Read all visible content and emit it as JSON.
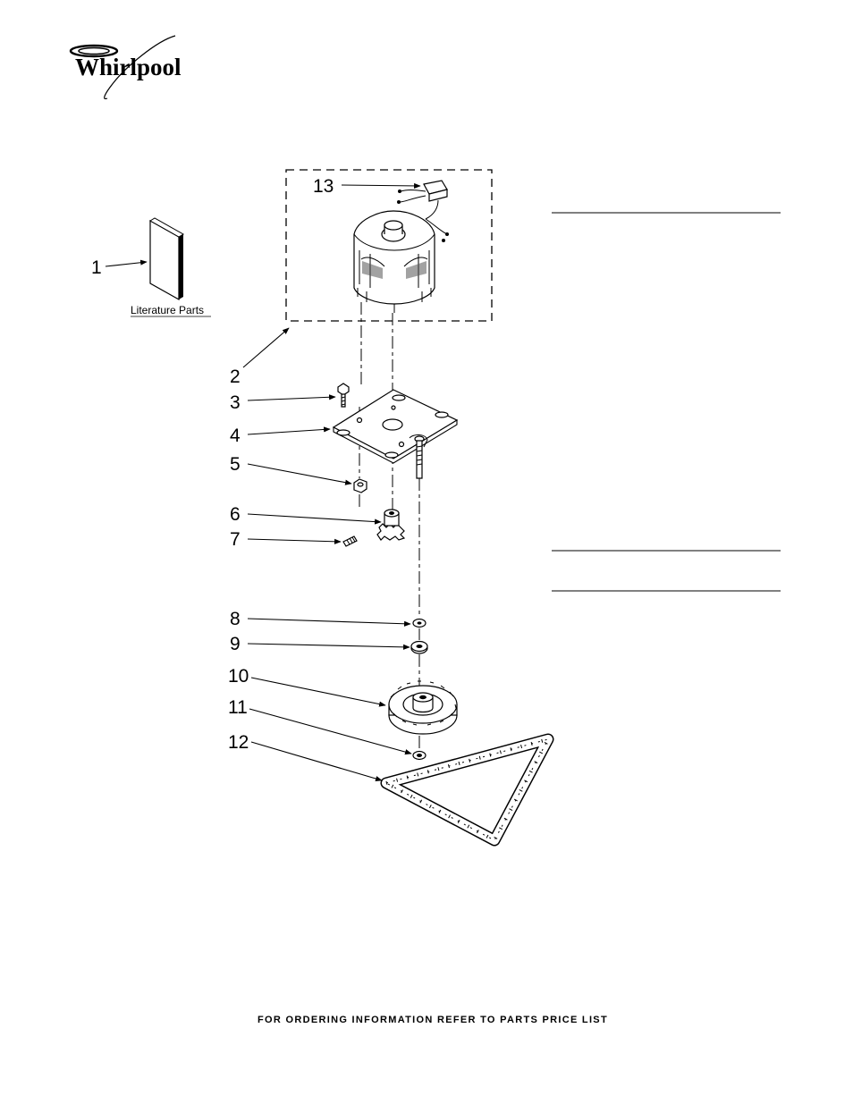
{
  "brand": {
    "name": "Whirlpool"
  },
  "literature": {
    "label": "Literature Parts"
  },
  "callouts": [
    "1",
    "2",
    "3",
    "4",
    "5",
    "6",
    "7",
    "8",
    "9",
    "10",
    "11",
    "12",
    "13"
  ],
  "footer": {
    "text": "FOR ORDERING INFORMATION REFER TO PARTS PRICE LIST"
  },
  "colors": {
    "ink": "#000000",
    "paper": "#ffffff"
  }
}
